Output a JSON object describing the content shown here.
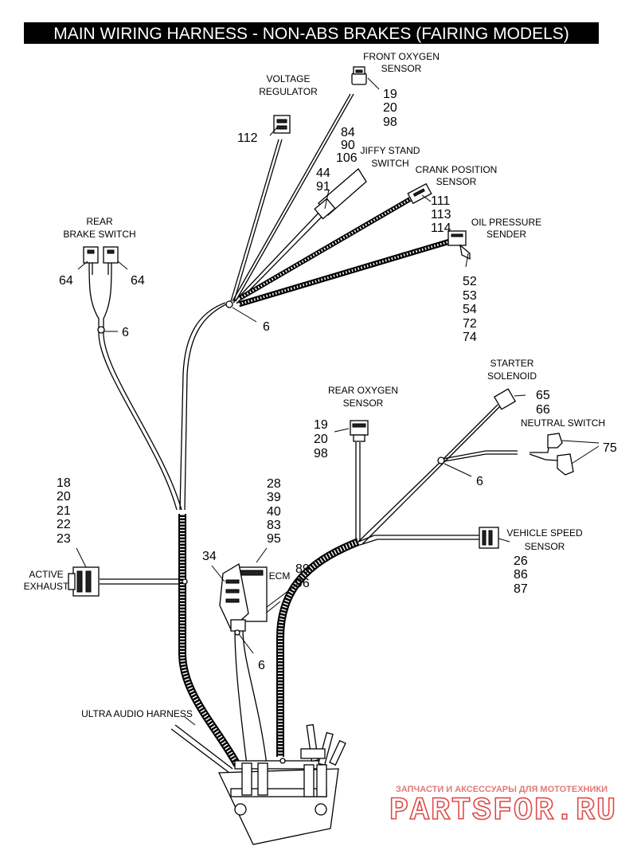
{
  "title": "MAIN WIRING HARNESS - NON-ABS BRAKES (FAIRING MODELS)",
  "labels": {
    "front_oxygen_sensor": [
      "FRONT OXYGEN",
      "SENSOR"
    ],
    "voltage_regulator": [
      "VOLTAGE",
      "REGULATOR"
    ],
    "jiffy_stand_switch": [
      "JIFFY STAND",
      "SWITCH"
    ],
    "crank_position_sensor": [
      "CRANK POSITION",
      "SENSOR"
    ],
    "oil_pressure_sender": [
      "OIL PRESSURE",
      "SENDER"
    ],
    "rear_brake_switch": [
      "REAR",
      "BRAKE SWITCH"
    ],
    "rear_oxygen_sensor": [
      "REAR OXYGEN",
      "SENSOR"
    ],
    "starter_solenoid": [
      "STARTER",
      "SOLENOID"
    ],
    "neutral_switch": [
      "NEUTRAL SWITCH"
    ],
    "vehicle_speed_sensor": [
      "VEHICLE SPEED",
      "SENSOR"
    ],
    "active_exhaust": [
      "ACTIVE",
      "EXHAUST"
    ],
    "ecm": [
      "ECM"
    ],
    "ultra_audio_harness": [
      "ULTRA AUDIO HARNESS"
    ]
  },
  "callouts": {
    "front_oxygen_sensor": [
      "19",
      "20",
      "98"
    ],
    "voltage_regulator": [
      "112"
    ],
    "jiffy_stand_top": [
      "84",
      "90",
      "106"
    ],
    "jiffy_stand_side": [
      "44",
      "91"
    ],
    "crank_position_sensor": [
      "111",
      "113",
      "114"
    ],
    "oil_pressure_sender": [
      "52",
      "53",
      "54",
      "72",
      "74"
    ],
    "rear_brake_left": [
      "64"
    ],
    "rear_brake_right": [
      "64"
    ],
    "clip_rear_brake": [
      "6"
    ],
    "clip_upper": [
      "6"
    ],
    "rear_oxygen_sensor": [
      "19",
      "20",
      "98"
    ],
    "starter_solenoid": [
      "65",
      "66"
    ],
    "neutral_switch": [
      "75"
    ],
    "clip_right": [
      "6"
    ],
    "active_exhaust": [
      "18",
      "20",
      "21",
      "22",
      "23"
    ],
    "ecm_top": [
      "28",
      "39",
      "40",
      "83",
      "95"
    ],
    "ecm_left": [
      "34"
    ],
    "ecm_right": [
      "89",
      "96"
    ],
    "vehicle_speed_sensor": [
      "26",
      "86",
      "87"
    ],
    "clip_ecm": [
      "6"
    ]
  },
  "watermark": {
    "line1": "ЗАПЧАСТИ И АКСЕССУАРЫ ДЛЯ МОТОТЕХНИКИ",
    "line2": "PARTSFOR.RU"
  }
}
